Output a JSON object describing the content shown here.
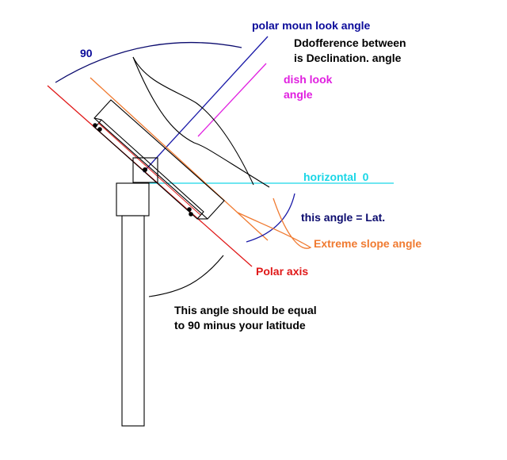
{
  "labels": {
    "polar_mount_look": "polar moun look angle",
    "difference_line1": "Ddofference between",
    "difference_line2": "is Declination. angle",
    "ninety": "90",
    "dish_look_line1": "dish look",
    "dish_look_line2": "angle",
    "horizontal": "horizontal  0",
    "lat_angle": "this angle = Lat.",
    "extreme_slope": "Extreme slope angle",
    "polar_axis": "Polar axis",
    "equal_line1": "This angle should be equal",
    "equal_line2": "to 90 minus your latitude"
  },
  "colors": {
    "blue_text": "#0b0b9a",
    "polar_mount_line": "#1a1aa8",
    "magenta": "#e020e0",
    "cyan": "#19d6e6",
    "navy": "#0b0b6e",
    "orange": "#f07a30",
    "red": "#e01818",
    "black": "#000000"
  }
}
